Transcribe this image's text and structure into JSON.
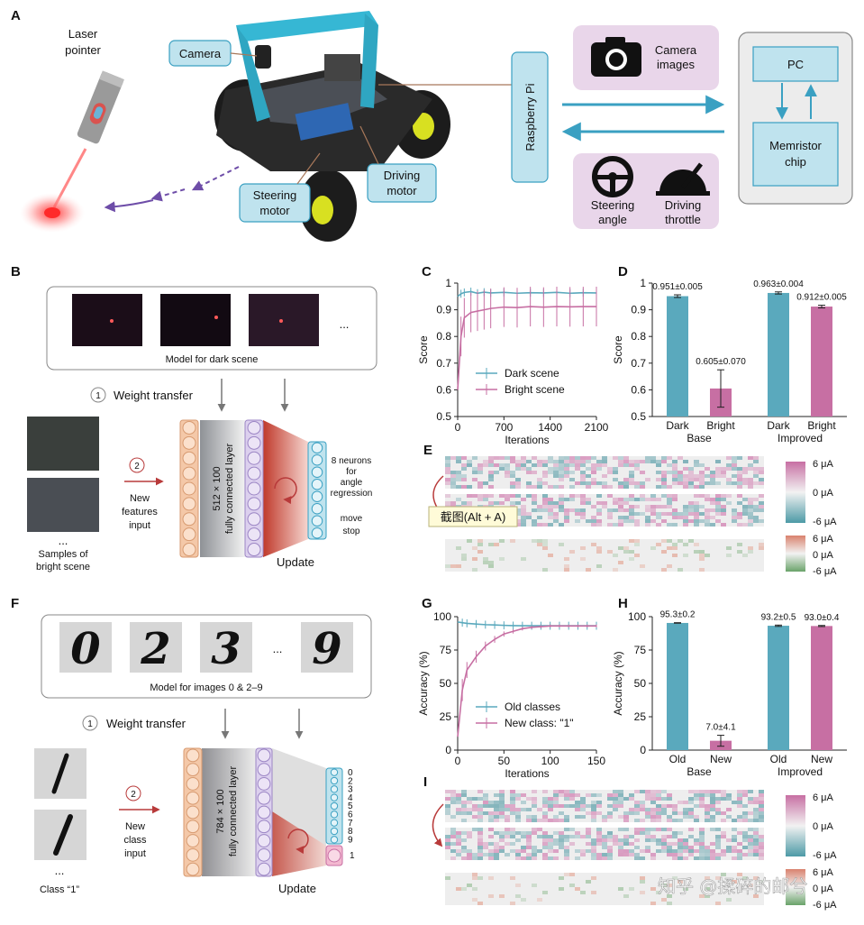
{
  "panels": {
    "A": {
      "label": "A",
      "laser_label": [
        "Laser",
        "pointer"
      ],
      "camera_label": "Camera",
      "steering_motor_label": [
        "Steering",
        "motor"
      ],
      "driving_motor_label": [
        "Driving",
        "motor"
      ],
      "raspberry_label": "Raspberry Pi",
      "camera_images_label": [
        "Camera",
        "images"
      ],
      "steering_angle_label": [
        "Steering",
        "angle"
      ],
      "driving_throttle_label": [
        "Driving",
        "throttle"
      ],
      "pc_label": "PC",
      "memristor_label": [
        "Memristor",
        "chip"
      ]
    },
    "B": {
      "label": "B",
      "model_caption": "Model for dark scene",
      "weight_transfer": "Weight transfer",
      "step1": "1",
      "step2": "2",
      "new_input": [
        "New",
        "features",
        "input"
      ],
      "layer_text": [
        "512 × 100",
        "fully connected layer"
      ],
      "out_text": [
        "8 neurons",
        "for",
        "angle",
        "regression"
      ],
      "out_text2": [
        "move",
        "stop"
      ],
      "update": "Update",
      "samples_label": [
        "Samples of",
        "bright scene"
      ],
      "ellipsis": "..."
    },
    "F": {
      "label": "F",
      "model_caption": "Model for images 0 & 2–9",
      "weight_transfer": "Weight transfer",
      "step1": "1",
      "step2": "2",
      "new_input": [
        "New",
        "class",
        "input"
      ],
      "layer_text": [
        "784 × 100",
        "fully connected layer"
      ],
      "digits": [
        "0",
        "2",
        "3",
        "9"
      ],
      "out_digits": [
        "0",
        "2",
        "3",
        "4",
        "5",
        "6",
        "7",
        "8",
        "9"
      ],
      "out_new": "1",
      "update": "Update",
      "class_label": "Class “1”",
      "ellipsis": "..."
    },
    "E": {
      "label": "E",
      "scale1": [
        "6 μA",
        "0 μA",
        "-6 μA"
      ],
      "scale2": [
        "6 μA",
        "0 μA",
        "-6 μA"
      ]
    },
    "I": {
      "label": "I",
      "scale1": [
        "6 μA",
        "0 μA",
        "-6 μA"
      ],
      "scale2": [
        "6 μA",
        "0 μA",
        "-6 μA"
      ]
    }
  },
  "overlay": {
    "screenshot_tip": "截图(Alt + A)",
    "watermark": "知乎 @揉碎的邮兮"
  },
  "colors": {
    "teal": "#5aa9bd",
    "pink": "#c76fa3",
    "box_fill": "#bfe3ee",
    "box_stroke": "#3aa0c2",
    "purple_bg": "#e9d6ea",
    "red": "#c0392b"
  },
  "chart_data": [
    {
      "id": "C",
      "label": "C",
      "type": "line",
      "xlabel": "Iterations",
      "ylabel": "Score",
      "xlim": [
        0,
        2100
      ],
      "ylim": [
        0.5,
        1.0
      ],
      "xticks": [
        0,
        700,
        1400,
        2100
      ],
      "yticks": [
        0.5,
        0.6,
        0.7,
        0.8,
        0.9,
        1.0
      ],
      "x": [
        0,
        50,
        100,
        200,
        300,
        400,
        500,
        700,
        900,
        1100,
        1300,
        1500,
        1700,
        1900,
        2100
      ],
      "series": [
        {
          "name": "Dark scene",
          "values": [
            0.95,
            0.96,
            0.965,
            0.968,
            0.962,
            0.966,
            0.963,
            0.965,
            0.962,
            0.964,
            0.963,
            0.965,
            0.962,
            0.964,
            0.963
          ]
        },
        {
          "name": "Bright scene",
          "values": [
            0.6,
            0.8,
            0.87,
            0.89,
            0.895,
            0.9,
            0.905,
            0.91,
            0.908,
            0.912,
            0.91,
            0.912,
            0.911,
            0.912,
            0.912
          ]
        }
      ],
      "legend_position": "bottom-right"
    },
    {
      "id": "D",
      "label": "D",
      "type": "bar",
      "ylabel": "Score",
      "ylim": [
        0.5,
        1.0
      ],
      "yticks": [
        0.5,
        0.6,
        0.7,
        0.8,
        0.9,
        1.0
      ],
      "categories": [
        "Dark",
        "Bright",
        "Dark",
        "Bright"
      ],
      "groups": [
        "Base",
        "Improved"
      ],
      "values": [
        0.951,
        0.605,
        0.963,
        0.912
      ],
      "errors": [
        0.005,
        0.07,
        0.004,
        0.005
      ],
      "value_labels": [
        "0.951±0.005",
        "0.605±0.070",
        "0.963±0.004",
        "0.912±0.005"
      ]
    },
    {
      "id": "G",
      "label": "G",
      "type": "line",
      "xlabel": "Iterations",
      "ylabel": "Accuracy (%)",
      "xlim": [
        0,
        150
      ],
      "ylim": [
        0,
        100
      ],
      "xticks": [
        0,
        50,
        100,
        150
      ],
      "yticks": [
        0,
        25,
        50,
        75,
        100
      ],
      "x": [
        0,
        5,
        10,
        20,
        30,
        40,
        50,
        60,
        70,
        80,
        90,
        100,
        110,
        120,
        130,
        140,
        150
      ],
      "series": [
        {
          "name": "Old classes",
          "values": [
            96,
            95.5,
            95,
            94.5,
            94,
            93.8,
            93.5,
            93.3,
            93.2,
            93.2,
            93.2,
            93.2,
            93.2,
            93.2,
            93.2,
            93.2,
            93.2
          ]
        },
        {
          "name": "New class: \"1\"",
          "values": [
            10,
            45,
            60,
            70,
            78,
            83,
            87,
            89,
            91,
            92,
            92.5,
            93,
            93,
            93,
            93,
            93,
            93
          ]
        }
      ],
      "legend_position": "bottom-right"
    },
    {
      "id": "H",
      "label": "H",
      "type": "bar",
      "ylabel": "Accuracy (%)",
      "ylim": [
        0,
        100
      ],
      "yticks": [
        0,
        25,
        50,
        75,
        100
      ],
      "categories": [
        "Old",
        "New",
        "Old",
        "New"
      ],
      "groups": [
        "Base",
        "Improved"
      ],
      "values": [
        95.3,
        7.0,
        93.2,
        93.0
      ],
      "errors": [
        0.2,
        4.1,
        0.5,
        0.4
      ],
      "value_labels": [
        "95.3±0.2",
        "7.0±4.1",
        "93.2±0.5",
        "93.0±0.4"
      ]
    }
  ]
}
